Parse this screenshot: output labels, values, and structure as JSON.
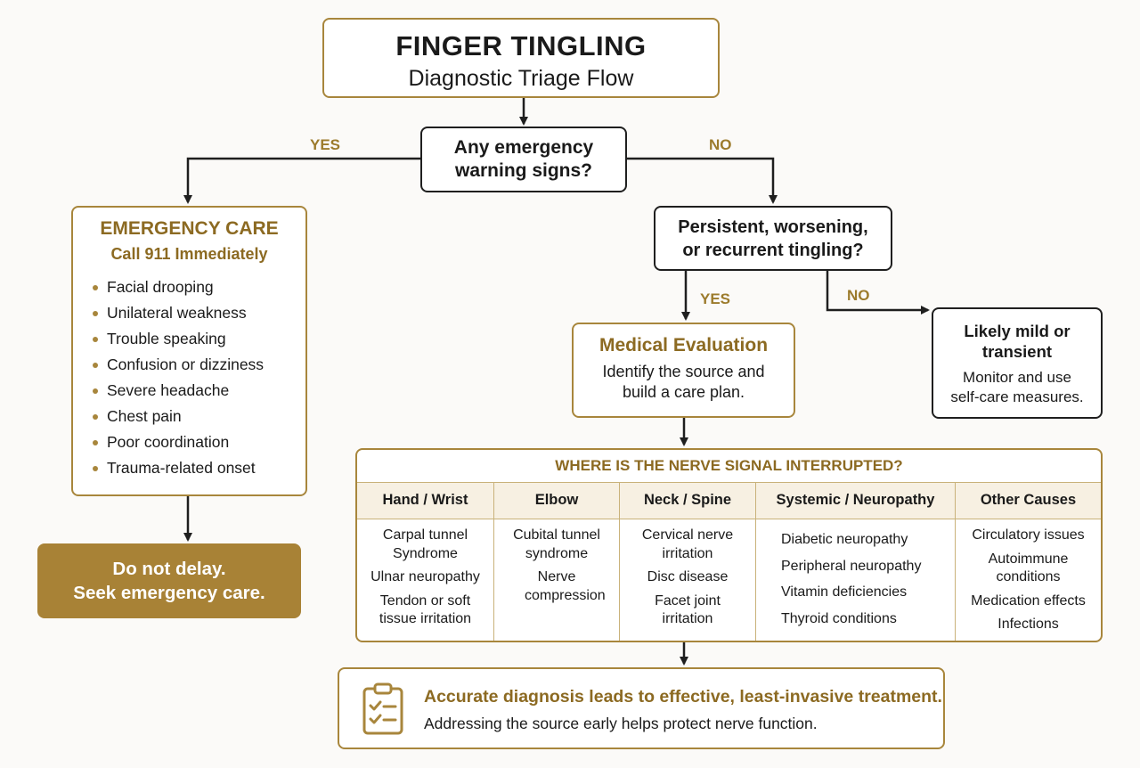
{
  "title": {
    "main": "FINGER TINGLING",
    "sub": "Diagnostic Triage Flow"
  },
  "question1": {
    "line1": "Any emergency",
    "line2": "warning signs?"
  },
  "labels": {
    "yes1": "YES",
    "no1": "NO",
    "yes2": "YES",
    "no2": "NO"
  },
  "emergency": {
    "heading": "EMERGENCY CARE",
    "subheading": "Call 911 Immediately",
    "items": [
      "Facial drooping",
      "Unilateral weakness",
      "Trouble speaking",
      "Confusion or dizziness",
      "Severe headache",
      "Chest pain",
      "Poor coordination",
      "Trauma-related onset"
    ]
  },
  "delay": {
    "line1": "Do not delay.",
    "line2": "Seek emergency care."
  },
  "question2": {
    "line1": "Persistent, worsening,",
    "line2": "or recurrent tingling?"
  },
  "evaluation": {
    "heading": "Medical Evaluation",
    "line1": "Identify the source and",
    "line2": "build a care plan."
  },
  "mild": {
    "line1": "Likely mild or",
    "line2": "transient",
    "body1": "Monitor and use",
    "body2": "self-care measures."
  },
  "nerve_table": {
    "title": "WHERE IS THE NERVE SIGNAL INTERRUPTED?",
    "columns": [
      {
        "header": "Hand / Wrist",
        "items": [
          "Carpal tunnel Syndrome",
          "Ulnar neuropathy",
          "Tendon or soft tissue irritation"
        ]
      },
      {
        "header": "Elbow",
        "items": [
          "Cubital tunnel syndrome",
          "Nerve compression"
        ]
      },
      {
        "header": "Neck / Spine",
        "items": [
          "Cervical nerve irritation",
          "Disc disease",
          "Facet joint irritation"
        ]
      },
      {
        "header": "Systemic / Neuropathy",
        "items": [
          "Diabetic neuropathy",
          "Peripheral neuropathy",
          "Vitamin deficiencies",
          "Thyroid conditions"
        ]
      },
      {
        "header": "Other Causes",
        "items": [
          "Circulatory issues",
          "Autoimmune conditions",
          "Medication effects",
          "Infections"
        ]
      }
    ]
  },
  "footer": {
    "heading": "Accurate diagnosis leads to effective, least-invasive treatment.",
    "body": "Addressing the source early helps protect nerve function.",
    "icon": "clipboard-checklist-icon"
  },
  "colors": {
    "gold": "#a8863c",
    "gold_text": "#8c6a22",
    "dark": "#1f1f1f",
    "delay_fill": "#a88236"
  }
}
